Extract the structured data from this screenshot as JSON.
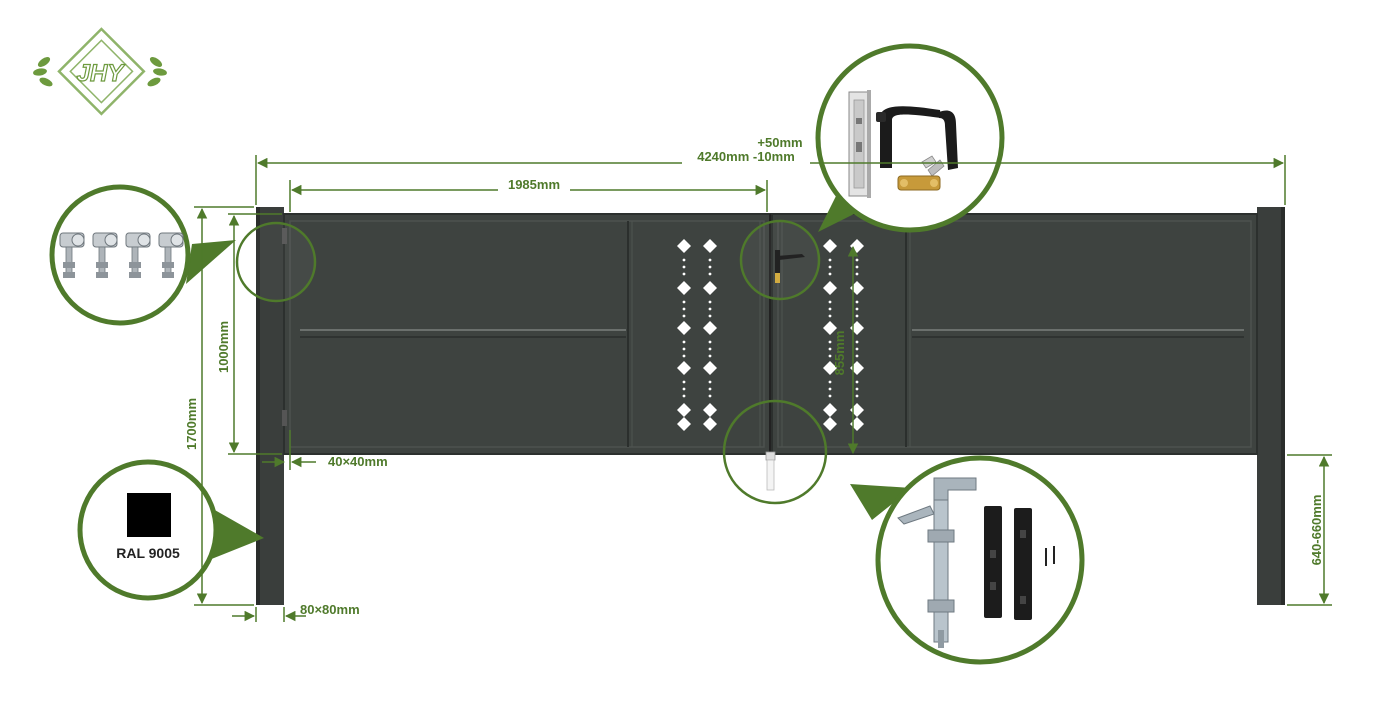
{
  "brand": {
    "logo_text": "JHY"
  },
  "colors": {
    "accent": "#4f7a2b",
    "gate": "#3e4340",
    "gate_dark": "#2f3331",
    "swatch": "#000000"
  },
  "dimensions": {
    "total_width_tol": "+50mm",
    "total_width": "4240mm -10mm",
    "leaf_width": "1985mm",
    "leaf_height": "1000mm",
    "post_height": "1700mm",
    "panel_height": "855mm",
    "frame_profile": "40×40mm",
    "post_profile": "80×80mm",
    "post_underground": "640-660mm"
  },
  "color_swatch": {
    "label": "RAL 9005"
  },
  "callouts": {
    "hinges": {
      "icon": "hinge-bolts-icon",
      "count": 4
    },
    "lock": {
      "icon": "lock-handle-set-icon"
    },
    "drop_bolt": {
      "icon": "drop-bolt-icon"
    }
  }
}
